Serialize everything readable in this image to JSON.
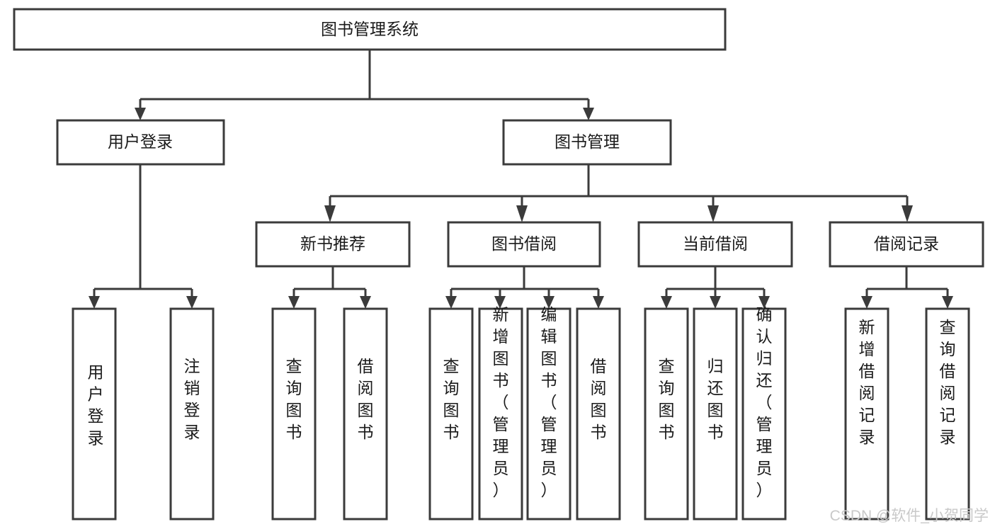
{
  "diagram": {
    "title": "图书管理系统",
    "type": "tree",
    "watermark": "CSDN @软件_小贺同学",
    "colors": {
      "box_stroke": "#3b3b3b",
      "box_fill": "#ffffff",
      "text": "#1a1a1a",
      "connector": "#3b3b3b",
      "watermark": "#c9c9c9",
      "background": "#ffffff"
    },
    "levels": {
      "root": "图书管理系统",
      "level2": [
        "用户登录",
        "图书管理"
      ],
      "level3": [
        "新书推荐",
        "图书借阅",
        "当前借阅",
        "借阅记录"
      ],
      "level4_groups": [
        {
          "parent": "用户登录",
          "children": [
            "用户登录",
            "注销登录"
          ]
        },
        {
          "parent": "新书推荐",
          "children": [
            "查询图书",
            "借阅图书"
          ]
        },
        {
          "parent": "图书借阅",
          "children": [
            "查询图书",
            "新增图书（管理员）",
            "编辑图书（管理员）",
            "借阅图书"
          ]
        },
        {
          "parent": "当前借阅",
          "children": [
            "查询图书",
            "归还图书",
            "确认归还（管理员）"
          ]
        },
        {
          "parent": "借阅记录",
          "children": [
            "新增借阅记录",
            "查询借阅记录"
          ]
        }
      ]
    },
    "nodes": {
      "root": {
        "label": "图书管理系统"
      },
      "user_login": {
        "label": "用户登录"
      },
      "book_manage": {
        "label": "图书管理"
      },
      "new_book_rec": {
        "label": "新书推荐"
      },
      "book_borrow": {
        "label": "图书借阅"
      },
      "current_borrow": {
        "label": "当前借阅"
      },
      "borrow_record": {
        "label": "借阅记录"
      },
      "leaf_user_login": {
        "label": "用户登录"
      },
      "leaf_logout": {
        "label": "注销登录"
      },
      "leaf_query_book_a": {
        "label": "查询图书"
      },
      "leaf_borrow_book_a": {
        "label": "借阅图书"
      },
      "leaf_query_book_b": {
        "label": "查询图书"
      },
      "leaf_add_book": {
        "label": "新增图书（管理员）"
      },
      "leaf_edit_book": {
        "label": "编辑图书（管理员）"
      },
      "leaf_borrow_book_b": {
        "label": "借阅图书"
      },
      "leaf_query_book_c": {
        "label": "查询图书"
      },
      "leaf_return_book": {
        "label": "归还图书"
      },
      "leaf_confirm_return": {
        "label": "确认归还（管理员）"
      },
      "leaf_add_record": {
        "label": "新增借阅记录"
      },
      "leaf_query_record": {
        "label": "查询借阅记录"
      }
    }
  }
}
